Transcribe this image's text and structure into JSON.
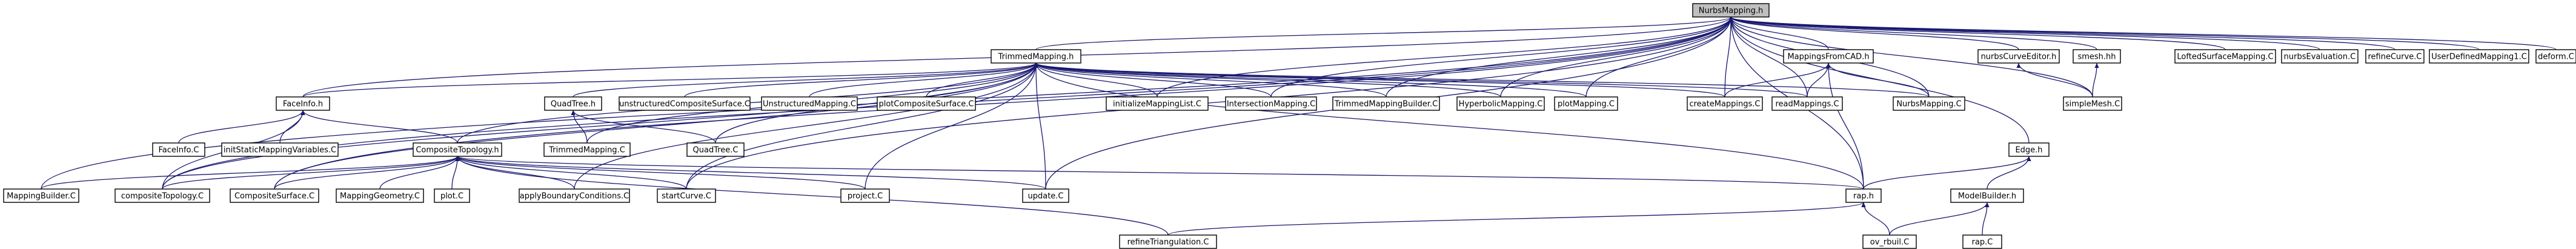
{
  "diagram": {
    "root": "NurbsMapping.h",
    "colors": {
      "edge": "#191970",
      "node_border": "#000000",
      "node_fill": "#ffffff",
      "root_fill": "#bfbfbf"
    },
    "nodes": [
      {
        "id": "nurbs_h",
        "label": "NurbsMapping.h"
      },
      {
        "id": "trimmed_h",
        "label": "TrimmedMapping.h"
      },
      {
        "id": "mappingsfromcad_h",
        "label": "MappingsFromCAD.h"
      },
      {
        "id": "nurbscurveeditor_h",
        "label": "nurbsCurveEditor.h"
      },
      {
        "id": "smesh_hh",
        "label": "smesh.hh"
      },
      {
        "id": "loftedsurface_c",
        "label": "LoftedSurfaceMapping.C"
      },
      {
        "id": "nurbsevaluation_c",
        "label": "nurbsEvaluation.C"
      },
      {
        "id": "refinecurve_c",
        "label": "refineCurve.C"
      },
      {
        "id": "userdefined1_c",
        "label": "UserDefinedMapping1.C"
      },
      {
        "id": "deform_c",
        "label": "deform.C"
      },
      {
        "id": "faceinfo_h",
        "label": "FaceInfo.h"
      },
      {
        "id": "quadtree_h",
        "label": "QuadTree.h"
      },
      {
        "id": "unstructuredcomposite_c",
        "label": "unstructuredCompositeSurface.C"
      },
      {
        "id": "unstructuredmapping_c",
        "label": "UnstructuredMapping.C"
      },
      {
        "id": "plotcompositesurface_c",
        "label": "plotCompositeSurface.C"
      },
      {
        "id": "initializemappinglist_c",
        "label": "initializeMappingList.C"
      },
      {
        "id": "intersectionmapping_c",
        "label": "IntersectionMapping.C"
      },
      {
        "id": "trimmedmappingbuilder_c",
        "label": "TrimmedMappingBuilder.C"
      },
      {
        "id": "hyperbolicmapping_c",
        "label": "HyperbolicMapping.C"
      },
      {
        "id": "plotmapping_c",
        "label": "plotMapping.C"
      },
      {
        "id": "createmappings_c",
        "label": "createMappings.C"
      },
      {
        "id": "readmappings_c",
        "label": "readMappings.C"
      },
      {
        "id": "nurbsmapping_c",
        "label": "NurbsMapping.C"
      },
      {
        "id": "simplemesh_c",
        "label": "simpleMesh.C"
      },
      {
        "id": "faceinfo_c",
        "label": "FaceInfo.C"
      },
      {
        "id": "initstatic_c",
        "label": "initStaticMappingVariables.C"
      },
      {
        "id": "compositetopology_h",
        "label": "CompositeTopology.h"
      },
      {
        "id": "trimmedmapping_c",
        "label": "TrimmedMapping.C"
      },
      {
        "id": "quadtree_c",
        "label": "QuadTree.C"
      },
      {
        "id": "edge_h",
        "label": "Edge.h"
      },
      {
        "id": "mappingbuilder_c",
        "label": "MappingBuilder.C"
      },
      {
        "id": "compositetopology_c",
        "label": "compositeTopology.C"
      },
      {
        "id": "compositesurface_c",
        "label": "CompositeSurface.C"
      },
      {
        "id": "mappinggeometry_c",
        "label": "MappingGeometry.C"
      },
      {
        "id": "plot_c",
        "label": "plot.C"
      },
      {
        "id": "applyboundaryconditions_c",
        "label": "applyBoundaryConditions.C"
      },
      {
        "id": "startcurve_c",
        "label": "startCurve.C"
      },
      {
        "id": "project_c",
        "label": "project.C"
      },
      {
        "id": "update_c",
        "label": "update.C"
      },
      {
        "id": "rap_h",
        "label": "rap.h"
      },
      {
        "id": "modelbuilder_h",
        "label": "ModelBuilder.h"
      },
      {
        "id": "refinetriangulation_c",
        "label": "refineTriangulation.C"
      },
      {
        "id": "ov_rbuil_c",
        "label": "ov_rbuil.C"
      },
      {
        "id": "rap_c",
        "label": "rap.C"
      }
    ],
    "edges": [
      [
        "trimmed_h",
        "nurbs_h"
      ],
      [
        "mappingsfromcad_h",
        "nurbs_h"
      ],
      [
        "nurbscurveeditor_h",
        "nurbs_h"
      ],
      [
        "smesh_hh",
        "nurbs_h"
      ],
      [
        "loftedsurface_c",
        "nurbs_h"
      ],
      [
        "nurbsevaluation_c",
        "nurbs_h"
      ],
      [
        "refinecurve_c",
        "nurbs_h"
      ],
      [
        "userdefined1_c",
        "nurbs_h"
      ],
      [
        "deform_c",
        "nurbs_h"
      ],
      [
        "faceinfo_h",
        "nurbs_h"
      ],
      [
        "initializemappinglist_c",
        "nurbs_h"
      ],
      [
        "intersectionmapping_c",
        "nurbs_h"
      ],
      [
        "trimmedmappingbuilder_c",
        "nurbs_h"
      ],
      [
        "hyperbolicmapping_c",
        "nurbs_h"
      ],
      [
        "plotmapping_c",
        "nurbs_h"
      ],
      [
        "createmappings_c",
        "nurbs_h"
      ],
      [
        "readmappings_c",
        "nurbs_h"
      ],
      [
        "nurbsmapping_c",
        "nurbs_h"
      ],
      [
        "simplemesh_c",
        "nurbs_h"
      ],
      [
        "edge_h",
        "nurbs_h"
      ],
      [
        "mappingbuilder_c",
        "nurbs_h"
      ],
      [
        "compositetopology_c",
        "nurbs_h"
      ],
      [
        "compositesurface_c",
        "nurbs_h"
      ],
      [
        "startcurve_c",
        "nurbs_h"
      ],
      [
        "update_c",
        "nurbs_h"
      ],
      [
        "rap_h",
        "nurbs_h"
      ],
      [
        "faceinfo_h",
        "trimmed_h"
      ],
      [
        "quadtree_h",
        "trimmed_h"
      ],
      [
        "unstructuredcomposite_c",
        "trimmed_h"
      ],
      [
        "unstructuredmapping_c",
        "trimmed_h"
      ],
      [
        "plotcompositesurface_c",
        "trimmed_h"
      ],
      [
        "initializemappinglist_c",
        "trimmed_h"
      ],
      [
        "intersectionmapping_c",
        "trimmed_h"
      ],
      [
        "trimmedmappingbuilder_c",
        "trimmed_h"
      ],
      [
        "hyperbolicmapping_c",
        "trimmed_h"
      ],
      [
        "plotmapping_c",
        "trimmed_h"
      ],
      [
        "createmappings_c",
        "trimmed_h"
      ],
      [
        "readmappings_c",
        "trimmed_h"
      ],
      [
        "nurbsmapping_c",
        "trimmed_h"
      ],
      [
        "trimmedmapping_c",
        "trimmed_h"
      ],
      [
        "quadtree_c",
        "trimmed_h"
      ],
      [
        "compositetopology_h",
        "trimmed_h"
      ],
      [
        "compositetopology_c",
        "trimmed_h"
      ],
      [
        "compositesurface_c",
        "trimmed_h"
      ],
      [
        "applyboundaryconditions_c",
        "trimmed_h"
      ],
      [
        "startcurve_c",
        "trimmed_h"
      ],
      [
        "project_c",
        "trimmed_h"
      ],
      [
        "update_c",
        "trimmed_h"
      ],
      [
        "rap_h",
        "trimmed_h"
      ],
      [
        "createmappings_c",
        "mappingsfromcad_h"
      ],
      [
        "readmappings_c",
        "mappingsfromcad_h"
      ],
      [
        "nurbsmapping_c",
        "mappingsfromcad_h"
      ],
      [
        "rap_h",
        "mappingsfromcad_h"
      ],
      [
        "simplemesh_c",
        "nurbscurveeditor_h"
      ],
      [
        "simplemesh_c",
        "smesh_hh"
      ],
      [
        "faceinfo_c",
        "faceinfo_h"
      ],
      [
        "initstatic_c",
        "faceinfo_h"
      ],
      [
        "compositetopology_h",
        "faceinfo_h"
      ],
      [
        "compositetopology_c",
        "faceinfo_h"
      ],
      [
        "trimmedmapping_c",
        "quadtree_h"
      ],
      [
        "quadtree_c",
        "quadtree_h"
      ],
      [
        "mappingbuilder_c",
        "compositetopology_h"
      ],
      [
        "compositetopology_c",
        "compositetopology_h"
      ],
      [
        "compositesurface_c",
        "compositetopology_h"
      ],
      [
        "mappinggeometry_c",
        "compositetopology_h"
      ],
      [
        "plot_c",
        "compositetopology_h"
      ],
      [
        "applyboundaryconditions_c",
        "compositetopology_h"
      ],
      [
        "startcurve_c",
        "compositetopology_h"
      ],
      [
        "project_c",
        "compositetopology_h"
      ],
      [
        "update_c",
        "compositetopology_h"
      ],
      [
        "rap_h",
        "compositetopology_h"
      ],
      [
        "refinetriangulation_c",
        "compositetopology_h"
      ],
      [
        "rap_h",
        "edge_h"
      ],
      [
        "modelbuilder_h",
        "edge_h"
      ],
      [
        "refinetriangulation_c",
        "rap_h"
      ],
      [
        "ov_rbuil_c",
        "rap_h"
      ],
      [
        "ov_rbuil_c",
        "modelbuilder_h"
      ],
      [
        "rap_c",
        "modelbuilder_h"
      ]
    ]
  }
}
